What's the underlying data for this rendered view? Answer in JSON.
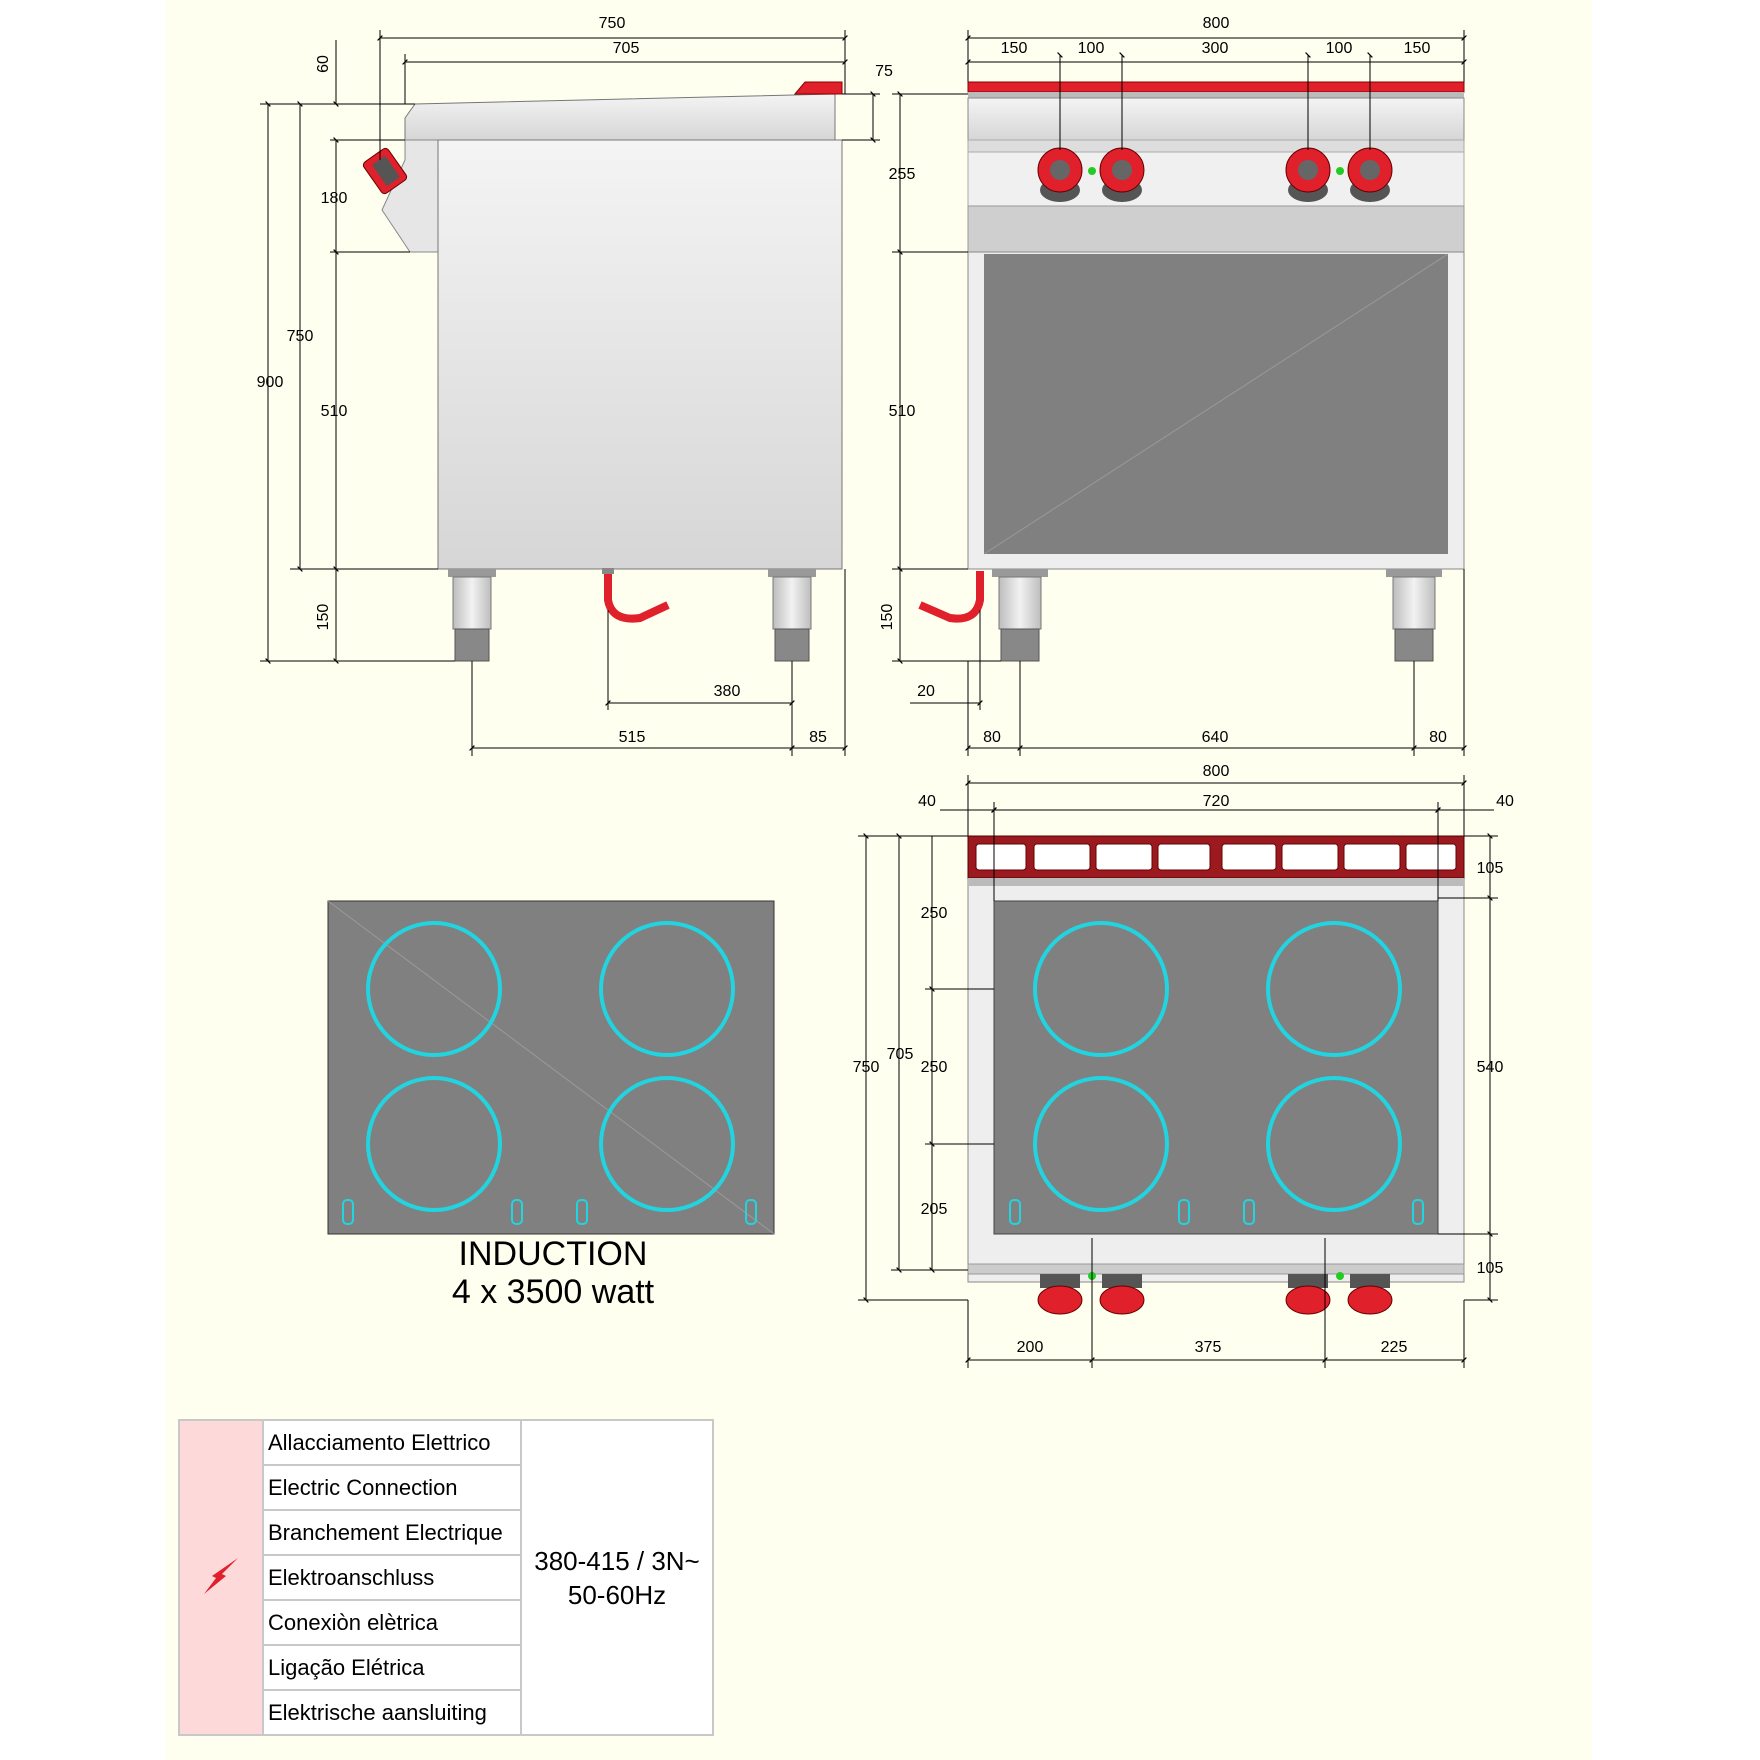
{
  "dimensions": {
    "side": {
      "overall_depth": "750",
      "top_depth": "705",
      "top_thickness": "60",
      "rear_upstand": "75",
      "control_panel_height": "180",
      "body_height": "750",
      "total_height": "900",
      "base_height": "510",
      "leg_height": "150",
      "cable_offset": "380",
      "leg_spacing": "515",
      "rear_leg_offset": "85"
    },
    "front": {
      "overall_width": "800",
      "seg_1": "150",
      "seg_2": "100",
      "seg_3": "300",
      "seg_4": "100",
      "seg_5": "150",
      "top_height": "255",
      "base_height": "510",
      "leg_height": "150",
      "cable_offset": "20",
      "leg_offset_left": "80",
      "leg_spacing": "640",
      "leg_offset_right": "80"
    },
    "plan": {
      "overall_width": "800",
      "side_margin_left": "40",
      "inner_width": "720",
      "side_margin_right": "40",
      "overall_depth": "750",
      "inner_depth": "705",
      "rear_strip": "105",
      "zone_1": "250",
      "zone_2": "250",
      "zone_3": "205",
      "hob_depth": "540",
      "front_strip": "105",
      "knob_offset_left": "200",
      "knob_spacing": "375",
      "knob_offset_right": "225"
    }
  },
  "caption": {
    "line1": "INDUCTION",
    "line2": "4 x 3500 watt"
  },
  "electric_table": {
    "icon": "lightning-bolt-icon",
    "labels": [
      "Allacciamento Elettrico",
      "Electric Connection",
      "Branchement Electrique",
      "Elektroanschluss",
      "Conexiòn elètrica",
      "Ligação Elétrica",
      "Elektrische aansluiting"
    ],
    "value_line1": "380-415 / 3N~",
    "value_line2": "50-60Hz"
  },
  "colors": {
    "background": "#fffff0",
    "steel_light": "#eeeeee",
    "steel_mid": "#c8c8c8",
    "glass": "#808080",
    "zone_ring": "#22d3e0",
    "accent_red": "#e0202a",
    "indicator_green": "#22cc22",
    "table_icon_bg": "#fdd9d9"
  }
}
